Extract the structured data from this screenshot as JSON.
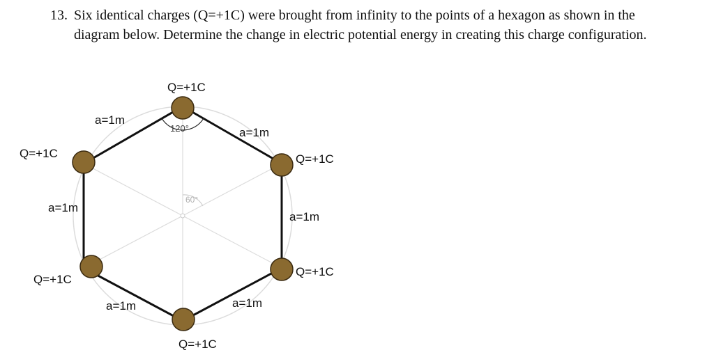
{
  "question": {
    "number": "13.",
    "text": "Six identical charges (Q=+1C) were brought from infinity to the points of a hexagon as shown in the diagram below. Determine the change in electric potential energy in creating this charge configuration."
  },
  "diagram": {
    "charge_labels": [
      "Q=+1C",
      "Q=+1C",
      "Q=+1C",
      "Q=+1C",
      "Q=+1C",
      "Q=+1C"
    ],
    "side_labels": [
      "a=1m",
      "a=1m",
      "a=1m",
      "a=1m",
      "a=1m",
      "a=1m"
    ],
    "vertex_angle": "120°",
    "center_angle": "60°",
    "colors": {
      "charge_fill": "#8a6a30",
      "charge_stroke": "#3a2a10",
      "edge": "#111111",
      "guide": "#d8d8d8"
    }
  }
}
